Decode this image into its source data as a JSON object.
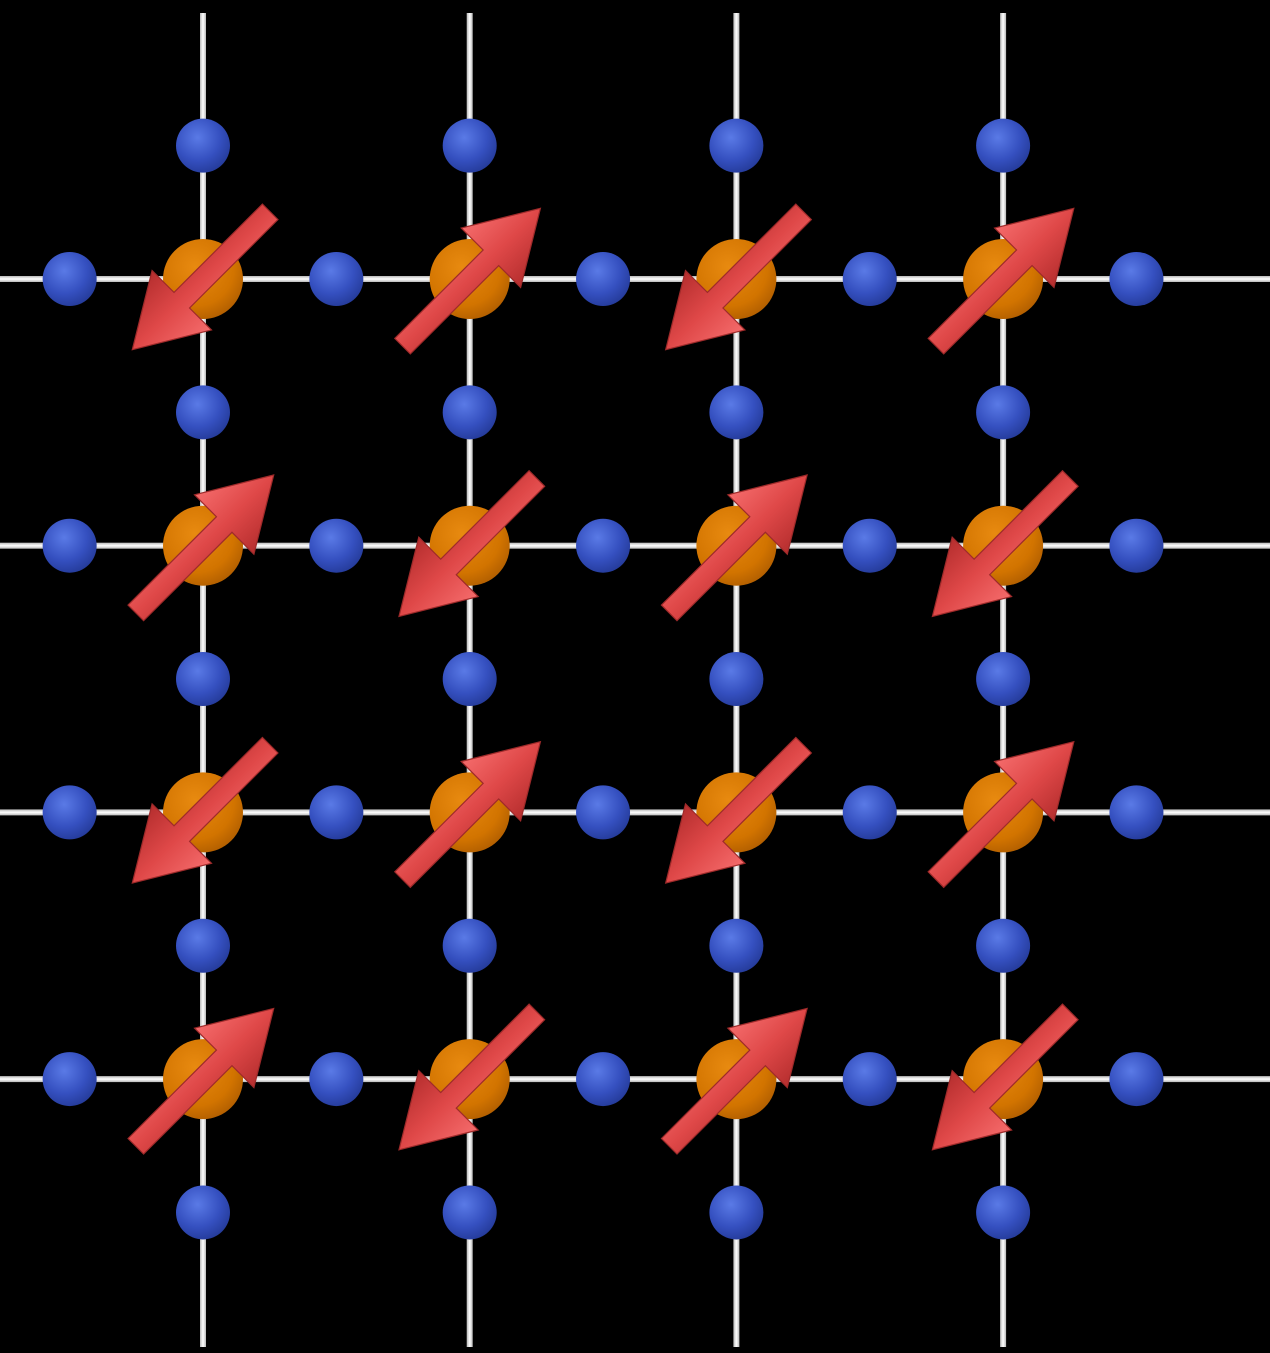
{
  "background": "#000000",
  "colors": {
    "bond": "#f0f0f0",
    "oxygen_atom": "#3550c0",
    "copper_atom": "#d97a00",
    "spin_arrow": "#e34f4f"
  },
  "lattice": {
    "columns": 4,
    "rows": 4,
    "spins": [
      [
        "down-left",
        "up-right",
        "down-left",
        "up-right"
      ],
      [
        "up-right",
        "down-left",
        "up-right",
        "down-left"
      ],
      [
        "down-left",
        "up-right",
        "down-left",
        "up-right"
      ],
      [
        "up-right",
        "down-left",
        "up-right",
        "down-left"
      ]
    ]
  }
}
